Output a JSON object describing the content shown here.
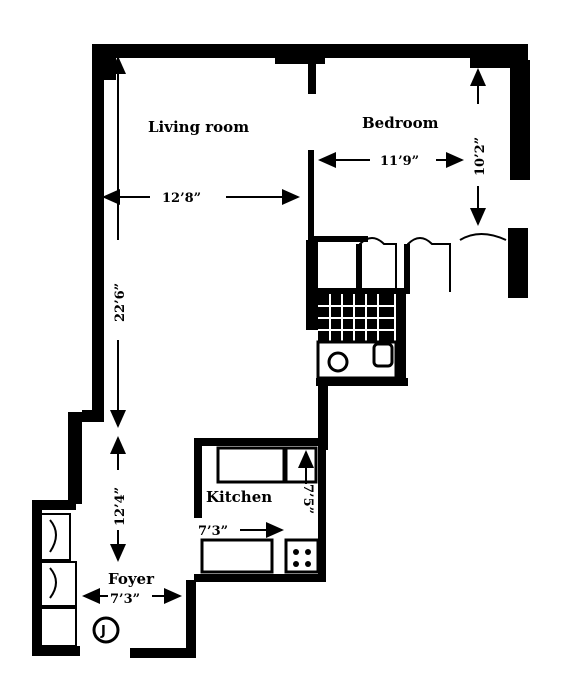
{
  "plan": {
    "rooms": {
      "living_room": "Living room",
      "bedroom": "Bedroom",
      "kitchen": "Kitchen",
      "foyer": "Foyer"
    },
    "dimensions": {
      "living_width": "12’8”",
      "living_length": "22’6”",
      "bedroom_width": "11’9”",
      "bedroom_depth": "10’2”",
      "foyer_length": "12’4”",
      "foyer_width": "7’3”",
      "kitchen_width": "7’3”",
      "kitchen_depth": "7’5”"
    },
    "closet_symbol": "J"
  }
}
